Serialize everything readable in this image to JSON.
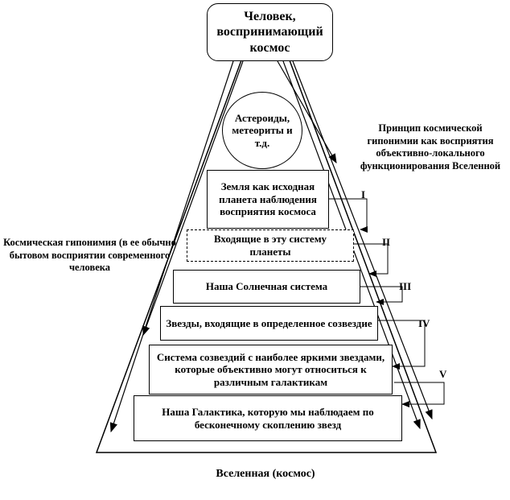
{
  "top_box": "Человек, воспринимающий космос",
  "circle_label": "Астероиды, метеориты и т.д.",
  "left_annotation": "Космическая гипонимия (в ее обычно бытовом восприятии современного человека",
  "right_annotation": "Принцип космической гипонимии как восприятия объективно-локального функционирования Вселенной",
  "levels": [
    "Земля как исходная планета наблюдения восприятия космоса",
    "Входящие в эту систему планеты",
    "Наша Солнечная система",
    "Звезды, входящие в определенное созвездие",
    "Система созвездий с наиболее яркими звездами, которые объективно могут относиться к различным галактикам",
    "Наша Галактика, которую мы наблюдаем по бесконечному скоплению звезд"
  ],
  "roman": [
    "I",
    "II",
    "III",
    "IV",
    "V"
  ],
  "bottom_label": "Вселенная (космос)"
}
